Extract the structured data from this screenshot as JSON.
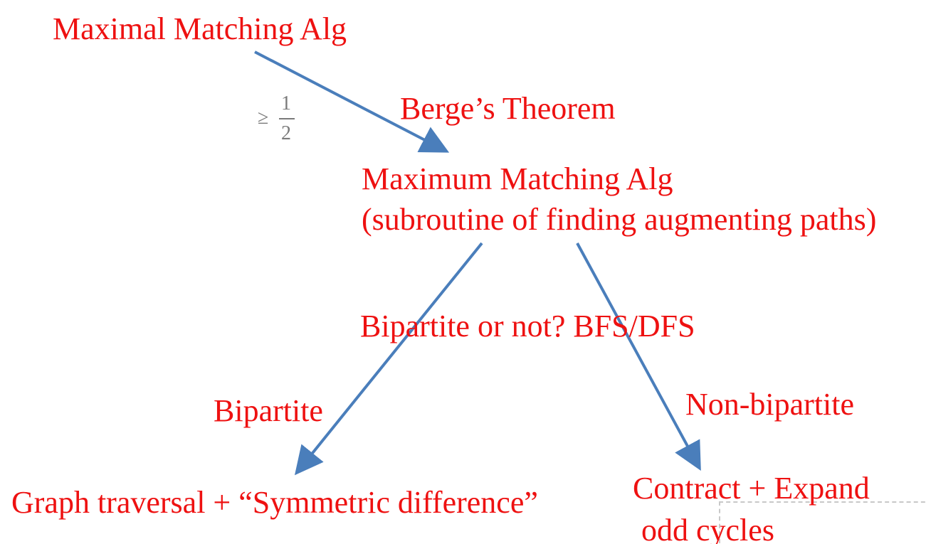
{
  "colors": {
    "label_red": "#ee1111",
    "arrow_blue": "#4a7ebb",
    "fraction_gray": "#7a7a7a"
  },
  "nodes": {
    "maximal": "Maximal Matching Alg",
    "maximum_line1": "Maximum Matching Alg",
    "maximum_line2": "(subroutine of finding augmenting paths)",
    "graph_traversal": "Graph traversal + “Symmetric difference”",
    "contract_line1": "Contract + Expand",
    "contract_line2": "odd cycles"
  },
  "edge_labels": {
    "berge": "Berge’s Theorem",
    "bipartite_question": "Bipartite or not? BFS/DFS",
    "bipartite": "Bipartite",
    "non_bipartite": "Non-bipartite"
  },
  "approx_ratio": {
    "symbol": "≥",
    "numerator": "1",
    "denominator": "2"
  }
}
